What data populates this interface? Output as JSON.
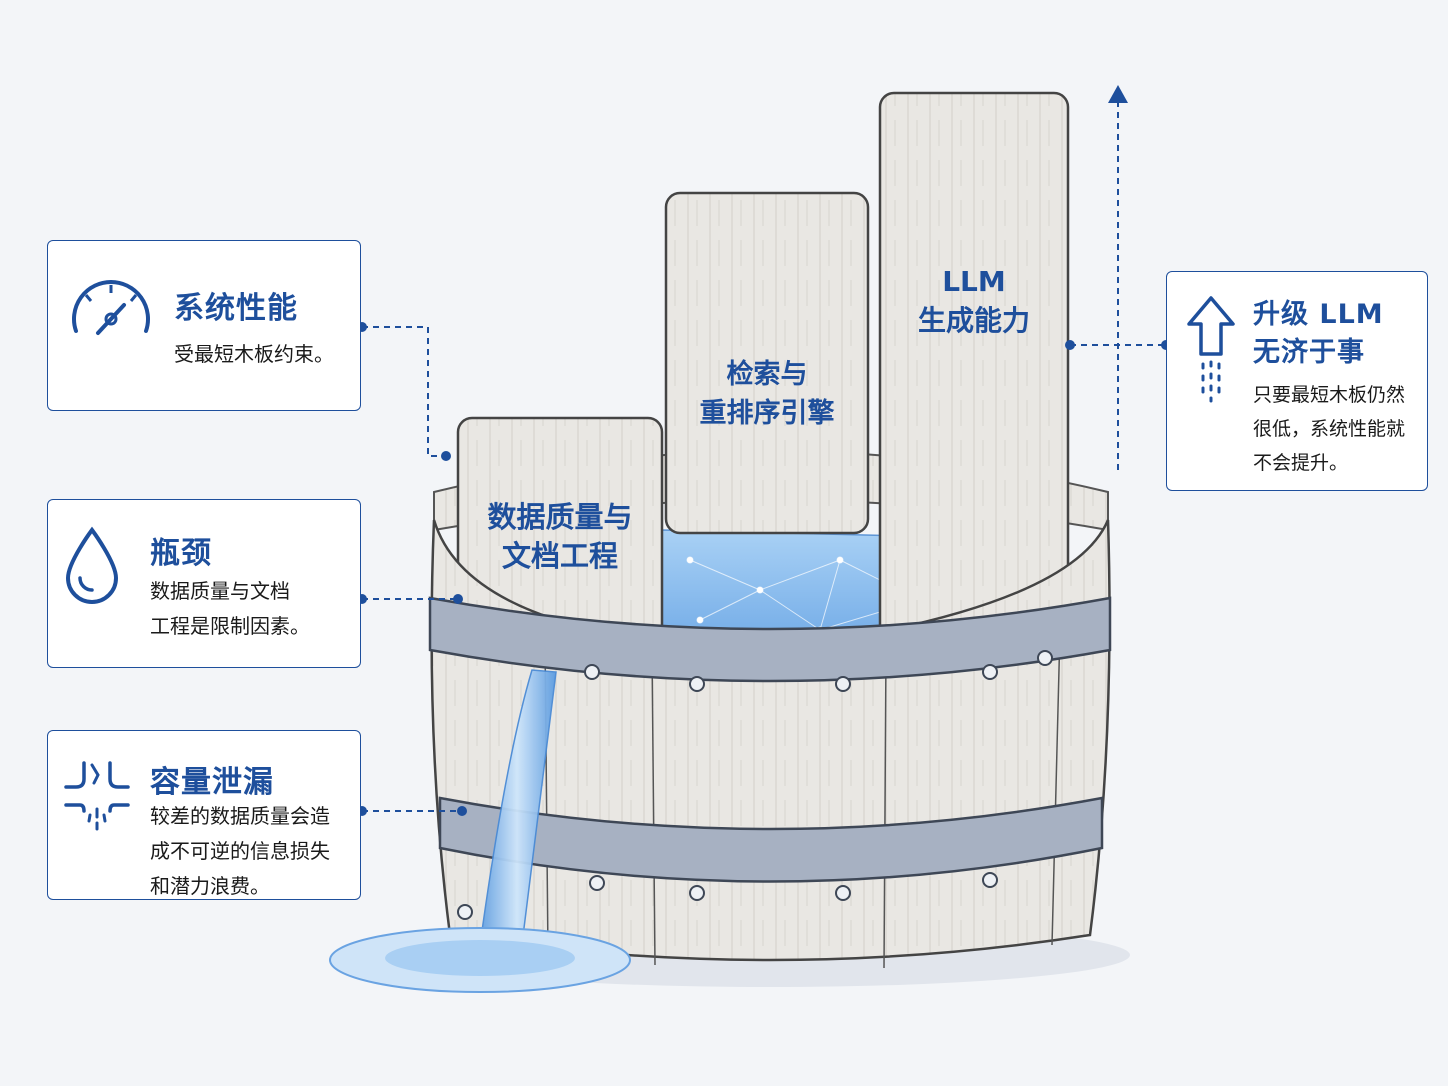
{
  "cards": {
    "performance": {
      "icon": "gauge-icon",
      "title": "系统性能",
      "desc": "受最短木板约束。"
    },
    "bottleneck": {
      "icon": "water-drop-icon",
      "title": "瓶颈",
      "desc": "数据质量与文档\n工程是限制因素。"
    },
    "leak": {
      "icon": "leak-icon",
      "title": "容量泄漏",
      "desc": "较差的数据质量会造\n成不可逆的信息损失\n和潜力浪费。"
    },
    "upgrade": {
      "icon": "up-arrow-icon",
      "title": "升级 LLM\n无济于事",
      "desc": "只要最短木板仍然\n很低，系统性能就\n不会提升。"
    }
  },
  "planks": {
    "short": "数据质量与\n文档工程",
    "middle": "检索与\n重排序引擎",
    "tall": "LLM\n生成能力"
  },
  "colors": {
    "accent": "#1e4f9c",
    "wood": "#e9e7e3",
    "band": "#a7b1c2",
    "water": "#7fb8ee"
  }
}
